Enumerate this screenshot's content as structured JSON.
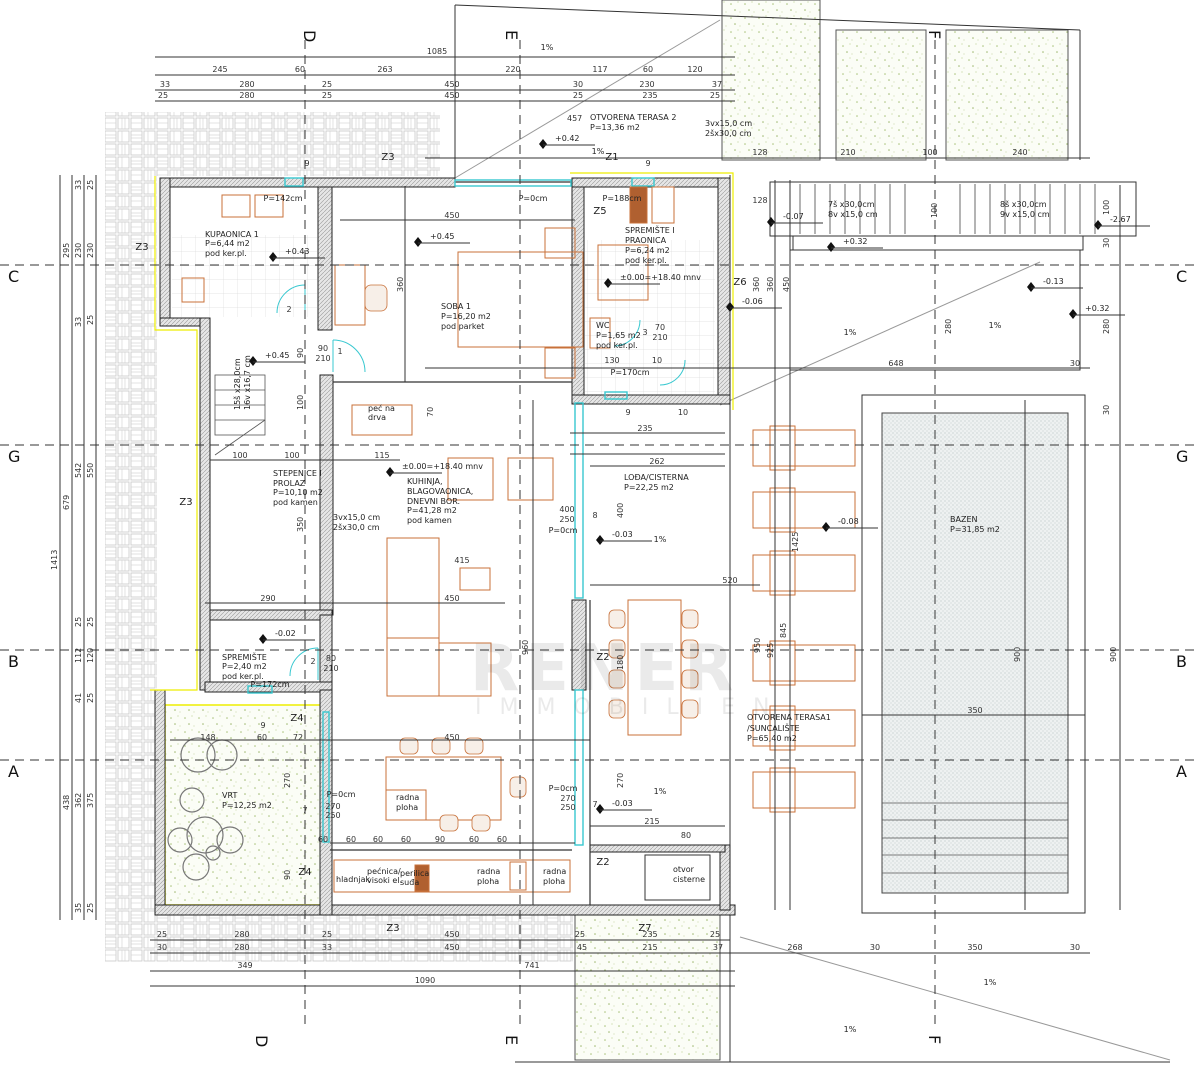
{
  "grid_labels": {
    "C": "C",
    "G": "G",
    "B": "B",
    "A": "A",
    "D": "D",
    "E": "E",
    "F": "F"
  },
  "rooms": {
    "kupaonica": {
      "name": "KUPAONICA 1",
      "area": "P=6,44 m2",
      "floor": "pod ker.pl."
    },
    "soba": {
      "name": "SOBA  1",
      "area": "P=16,20 m2",
      "floor": "pod parket"
    },
    "spremiste_praonica": {
      "name": "SPREMIŠTE I",
      "name2": "PRAONICA",
      "area": "P=6,24 m2",
      "floor": "pod ker.pl."
    },
    "wc": {
      "name": "WC",
      "area": "P=1,65 m2",
      "floor": "pod ker.pl."
    },
    "stepenice": {
      "name": "STEPENICE I",
      "name2": "PROLAZ",
      "area": "P=10,10 m2",
      "floor": "pod kamen"
    },
    "kuhinja": {
      "name": "KUHINJA,",
      "name2": "BLAGOVAONICA,",
      "name3": "DNEVNI BOR.",
      "area": "P=41,28 m2",
      "floor": "pod kamen"
    },
    "loda": {
      "name": "LOĐA/CISTERNA",
      "area": "P=22,25 m2"
    },
    "spremiste": {
      "name": "SPREMIŠTE",
      "area": "P=2,40 m2",
      "floor": "pod ker.pl."
    },
    "vrt": {
      "name": "VRT",
      "area": "P=12,25 m2"
    },
    "terasa2": {
      "name": "OTVORENA TERASA 2",
      "area": "P=13,36 m2",
      "dim": "457"
    },
    "terasa1": {
      "name": "OTVORENA TERASA1",
      "name2": "/SUNCALIŠTE",
      "area": "P=65,40 m2"
    },
    "bazen": {
      "name": "BAZEN",
      "area": "P=31,85 m2"
    }
  },
  "fixtures": {
    "pec1": "peć na",
    "pec2": "drva",
    "radna": "radna",
    "ploha": "ploha",
    "hladnjak": "hladnjak",
    "pecnica": "pećnica/",
    "visoki": "visoki el.",
    "perilica": "perilica",
    "suda": "suđa",
    "otvor": "otvor",
    "cisterne": "cisterne"
  },
  "stairs": {
    "terrace_riser": "3vx15,0 cm",
    "terrace_tread": "2šx30,0 cm",
    "inner_riser": "3vx15,0 cm",
    "inner_tread": "2šx30,0 cm",
    "main_tread": "15š x28,0cm",
    "main_riser": "16v x16,7 cm",
    "out1_tread": "7š x30,0cm",
    "out1_riser": "8v x15,0 cm",
    "out2_tread": "8š x30,0cm",
    "out2_riser": "9v x15,0 cm"
  },
  "levels": [
    "+0.42",
    "+0.45",
    "+0.43",
    "+0.45",
    "±0.00=+18.40 mnv",
    "±0.00=+18.40 mnv",
    "-0.07",
    "+0.32",
    "-2.67",
    "-0.13",
    "+0.32",
    "-0.06",
    "-0.03",
    "-0.08",
    "-0.02",
    "-0.03"
  ],
  "slope": "1%",
  "markers": [
    "Z1",
    "Z3",
    "Z3",
    "Z3",
    "Z5",
    "Z6",
    "Z2",
    "Z4",
    "Z4",
    "Z2",
    "Z7",
    "Z3"
  ],
  "sill_heights": [
    "P=142cm",
    "P=0cm",
    "P=188cm",
    "P=170cm",
    "P=0cm",
    "P=172cm",
    "P=0cm",
    "P=0cm"
  ],
  "dims": {
    "top_overall": "1085",
    "top_row1": [
      "245",
      "60",
      "263",
      "220",
      "117",
      "60",
      "120"
    ],
    "top_row2": [
      "33",
      "280",
      "25",
      "450",
      "30",
      "230",
      "37"
    ],
    "top_row3": [
      "25",
      "280",
      "25",
      "450",
      "25",
      "235",
      "25"
    ],
    "left_overall": "1413",
    "left_col1": [
      "295",
      "679",
      "438"
    ],
    "left_col2": [
      "33",
      "230",
      "33",
      "542",
      "25",
      "112",
      "41",
      "362",
      "35"
    ],
    "left_col3": [
      "25",
      "230",
      "25",
      "550",
      "25",
      "120",
      "25",
      "375",
      "25"
    ],
    "bottom_row1": [
      "25",
      "280",
      "25",
      "450",
      "25",
      "235",
      "25"
    ],
    "bottom_row2": [
      "30",
      "280",
      "33",
      "450",
      "45",
      "215",
      "37",
      "268",
      "30",
      "350",
      "30"
    ],
    "bottom_row3": [
      "349",
      "741"
    ],
    "bottom_overall": "1090",
    "interior": [
      "450",
      "360",
      "128",
      "210",
      "100",
      "240",
      "128",
      "100",
      "648",
      "30",
      "280",
      "280",
      "100",
      "30",
      "30",
      "360",
      "360",
      "450",
      "235",
      "262",
      "100",
      "100",
      "115",
      "415",
      "450",
      "290",
      "350",
      "100",
      "90",
      "70",
      "520",
      "400",
      "148",
      "60",
      "72",
      "450",
      "215",
      "80",
      "270",
      "270",
      "90",
      "1425",
      "845",
      "925",
      "950",
      "900",
      "900",
      "350",
      "960",
      "180"
    ],
    "kitchen_run": [
      "60",
      "60",
      "60",
      "60",
      "90",
      "60",
      "60"
    ],
    "openings": [
      "80",
      "210",
      "90",
      "210",
      "270",
      "250",
      "270",
      "250",
      "400",
      "250",
      "70",
      "210",
      "130",
      "10",
      "2",
      "1",
      "7",
      "7",
      "8",
      "9",
      "9",
      "9",
      "10",
      "9",
      "3",
      "2"
    ]
  },
  "watermark": {
    "line1": "RENER",
    "line2": "IMMOBILIEN"
  },
  "colors": {
    "wall": "#d6d6d6",
    "furniture": "#c8713a",
    "glass": "#38c8d0",
    "outline": "#f0e020",
    "green": "#b8cc90"
  }
}
